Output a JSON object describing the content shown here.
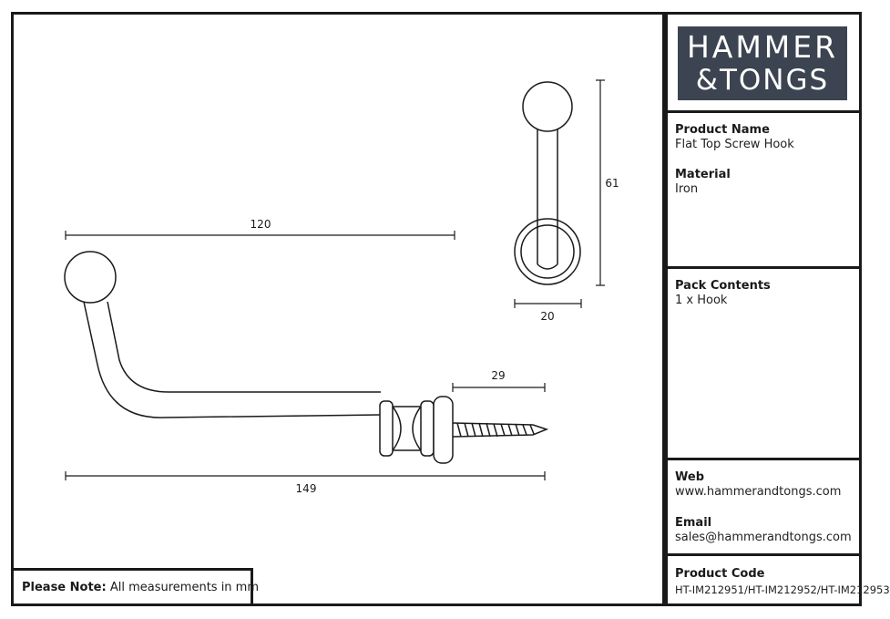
{
  "brand": {
    "logo_line1": "HAMMER",
    "logo_line2": "&TONGS",
    "logo_bg": "#3c4451"
  },
  "product": {
    "name_label": "Product Name",
    "name": "Flat Top Screw Hook",
    "material_label": "Material",
    "material": "Iron"
  },
  "pack": {
    "label": "Pack Contents",
    "contents": "1 x Hook"
  },
  "contact": {
    "web_label": "Web",
    "web": "www.hammerandtongs.com",
    "email_label": "Email",
    "email": "sales@hammerandtongs.com"
  },
  "code": {
    "label": "Product Code",
    "value": "HT-IM212951/HT-IM212952/HT-IM212953"
  },
  "note": {
    "label": "Please Note:",
    "text": "All measurements in mm"
  },
  "dimensions": {
    "overall_length": "149",
    "projection": "120",
    "screw_length": "29",
    "height": "61",
    "width": "20"
  }
}
